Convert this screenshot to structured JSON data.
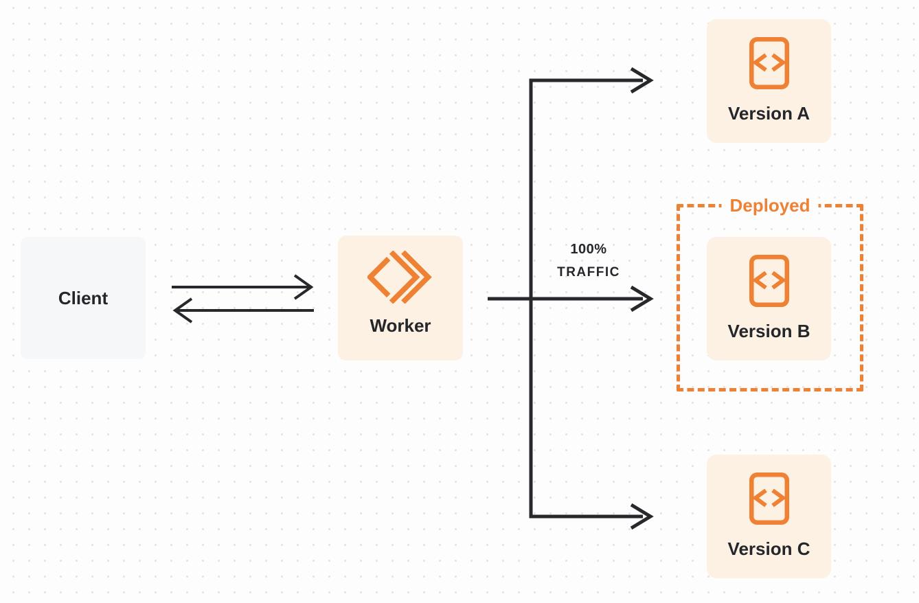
{
  "colors": {
    "background": "#FDFDFD",
    "dot_grid": "#E3E3E4",
    "text_dark": "#24262B",
    "arrow_line": "#26282B",
    "accent_orange": "#EE8133",
    "node_fill_cream": "#FCF1E2",
    "client_fill_gray": "#F6F7F8"
  },
  "nodes": {
    "client": {
      "label": "Client",
      "icon": "none"
    },
    "worker": {
      "label": "Worker",
      "icon": "workers-logo-icon"
    },
    "version_a": {
      "label": "Version A",
      "icon": "code-icon"
    },
    "version_b": {
      "label": "Version B",
      "icon": "code-icon"
    },
    "version_c": {
      "label": "Version C",
      "icon": "code-icon"
    }
  },
  "labels": {
    "deployed": "Deployed",
    "traffic_line1": "100%",
    "traffic_line2": "TRAFFIC"
  },
  "edges": [
    {
      "from": "client",
      "to": "worker",
      "direction": "right"
    },
    {
      "from": "worker",
      "to": "client",
      "direction": "left"
    },
    {
      "from": "worker",
      "to": "version_a",
      "label": ""
    },
    {
      "from": "worker",
      "to": "version_b",
      "label": "100% TRAFFIC"
    },
    {
      "from": "worker",
      "to": "version_c",
      "label": ""
    }
  ]
}
